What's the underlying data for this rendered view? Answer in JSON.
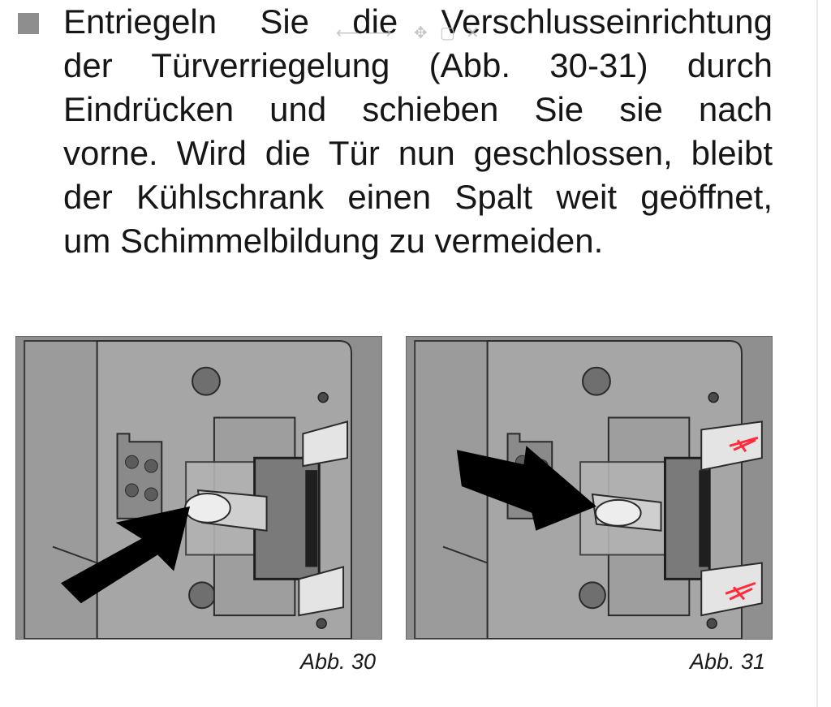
{
  "paragraph": {
    "lines": [
      "Entriegeln Sie die Verschlusseinrichtung",
      "der Türverriegelung (Abb. 30-31) durch",
      "Eindrücken und schieben Sie sie nach",
      "vorne. Wird die Tür nun geschlossen, bleibt",
      "der Kühlschrank einen Spalt weit geöffnet,",
      "um Schimmelbildung zu vermeiden."
    ]
  },
  "overlay_toolbar": {
    "icons": [
      "arrow-left-icon",
      "arrow-right-icon",
      "move-icon",
      "crop-icon",
      "close-icon"
    ]
  },
  "figures": [
    {
      "caption": "Abb. 30"
    },
    {
      "caption": "Abb. 31"
    }
  ],
  "colors": {
    "text": "#161616",
    "bullet": "#8e8e8e",
    "figure_bg": "#8f8f8f",
    "arrow": "#000000",
    "marker": "#ff2a3a"
  }
}
